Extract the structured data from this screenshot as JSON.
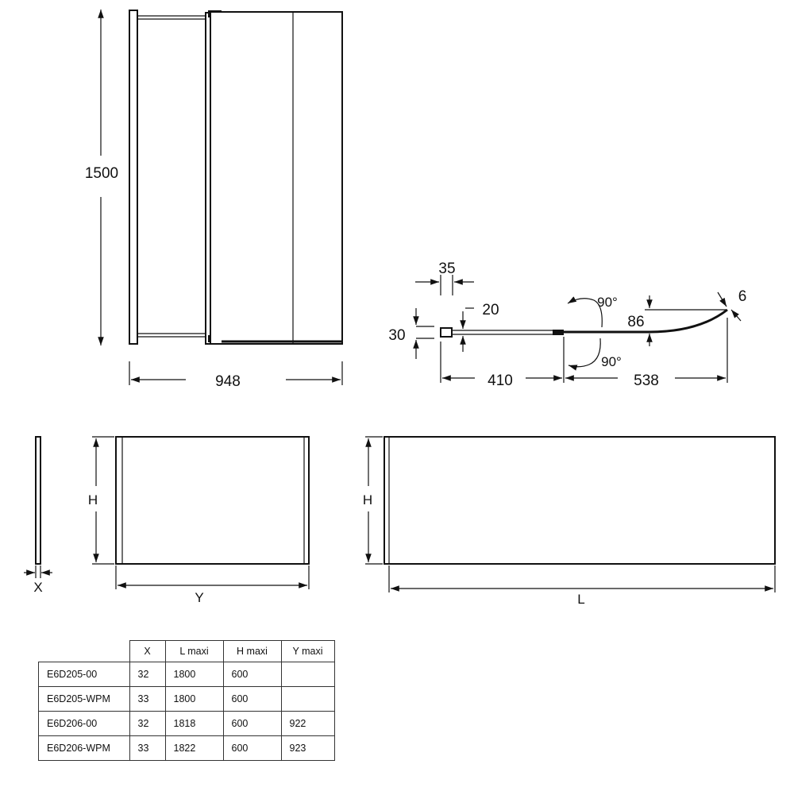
{
  "top_view": {
    "height_label": "1500",
    "width_label": "948"
  },
  "profile_view": {
    "dim_35": "35",
    "dim_20": "20",
    "dim_30": "30",
    "dim_410": "410",
    "dim_538": "538",
    "dim_86": "86",
    "dim_6": "6",
    "angle_top": "90°",
    "angle_bottom": "90°"
  },
  "end_panel": {
    "x_label": "X",
    "y_label": "Y",
    "h_label": "H"
  },
  "front_panel": {
    "h_label": "H",
    "l_label": "L"
  },
  "table": {
    "headers": [
      "",
      "X",
      "L maxi",
      "H maxi",
      "Y maxi"
    ],
    "rows": [
      [
        "E6D205-00",
        "32",
        "1800",
        "600",
        ""
      ],
      [
        "E6D205-WPM",
        "33",
        "1800",
        "600",
        ""
      ],
      [
        "E6D206-00",
        "32",
        "1818",
        "600",
        "922"
      ],
      [
        "E6D206-WPM",
        "33",
        "1822",
        "600",
        "923"
      ]
    ]
  }
}
